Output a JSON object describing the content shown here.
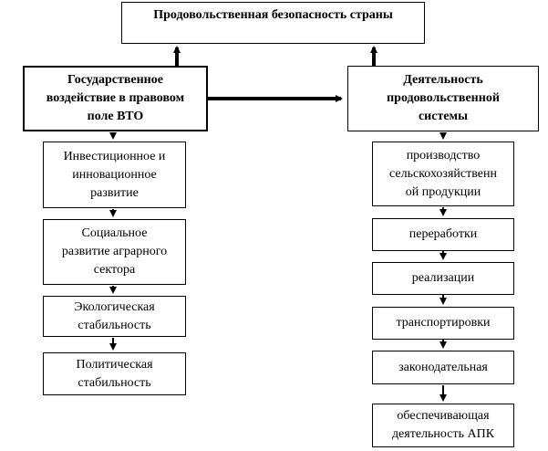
{
  "diagram": {
    "top_node": "Продовольственная безопасность страны",
    "left_node": "Государственное\nвоздействие в правовом\nполе ВТО",
    "right_node": "Деятельность\nпродовольственной\nсистемы",
    "left_children": [
      "Инвестиционное и\nинновационное\nразвитие",
      "Социальное\nразвитие аграрного\nсектора",
      "Экологическая\nстабильность",
      "Политическая\nстабильность"
    ],
    "right_children": [
      "производство\nсельскохозяйственн\nой продукции",
      "переработки",
      "реализации",
      "транспортировки",
      "законодательная",
      "обеспечивающая\nдеятельность АПК"
    ]
  }
}
